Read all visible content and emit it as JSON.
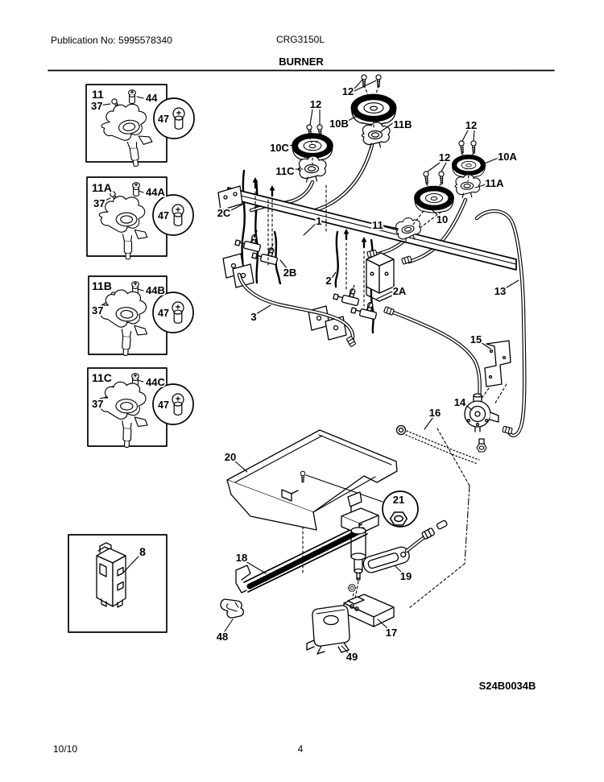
{
  "header": {
    "publication": "Publication No: 5995578340",
    "model": "CRG3150L",
    "title": "BURNER"
  },
  "footer": {
    "date": "10/10",
    "page": "4"
  },
  "colors": {
    "ink": "#000000",
    "paper": "#ffffff"
  },
  "diagram": {
    "code": "S24B0034B",
    "insets": {
      "box1": {
        "title": "11",
        "screw": "37",
        "orifice_screw": "44",
        "orifice": "47"
      },
      "box2": {
        "title": "11A",
        "screw": "37",
        "orifice_screw": "44A",
        "orifice": "47"
      },
      "box3": {
        "title": "11B",
        "screw": "37",
        "orifice_screw": "44B",
        "orifice": "47"
      },
      "box4": {
        "title": "11C",
        "screw": "37",
        "orifice_screw": "44C",
        "orifice": "47"
      },
      "box5": {
        "title": "8"
      }
    },
    "callouts": {
      "manifold": "1",
      "tube2": "2",
      "tube2a": "2A",
      "tube2b": "2B",
      "tube2c": "2C",
      "tube3": "3",
      "burner10": "10",
      "burner10a": "10A",
      "burner10b": "10B",
      "burner10c": "10C",
      "holder11": "11",
      "holder11a": "11A",
      "holder11b": "11B",
      "holder11c": "11C",
      "screws_top": "12",
      "screws_left": "12",
      "screws_right": "12",
      "screws_mid": "12",
      "pipe13": "13",
      "regulator14": "14",
      "bracket15": "15",
      "tube16": "16",
      "ignitor17": "17",
      "oventube18": "18",
      "switch19": "19",
      "shield20": "20",
      "nut21": "21",
      "clip48": "48",
      "bracket49": "49"
    }
  }
}
